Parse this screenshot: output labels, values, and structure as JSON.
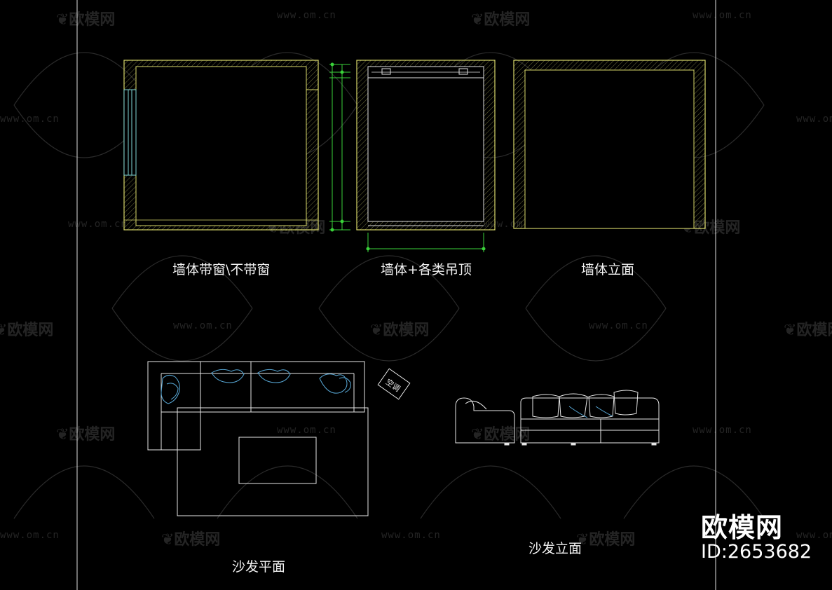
{
  "captions": {
    "wall_window": "墙体带窗\\不带窗",
    "wall_ceiling": "墙体+各类吊顶",
    "wall_elevation": "墙体立面",
    "sofa_plan": "沙发平面",
    "sofa_elevation": "沙发立面"
  },
  "annotations": {
    "ac_tag": "空调"
  },
  "watermark": {
    "logo_text": "欧模网",
    "url_text": "www.om.cn"
  },
  "brand": {
    "name": "欧模网",
    "id_label": "ID:2653682"
  },
  "colors": {
    "background": "#000000",
    "wall_yellow": "#d8d86a",
    "dimension_green": "#3ad23a",
    "window_cyan": "#7fd6d6",
    "furniture_white": "#e6e6e6",
    "cushion_blue": "#58a8d6"
  }
}
